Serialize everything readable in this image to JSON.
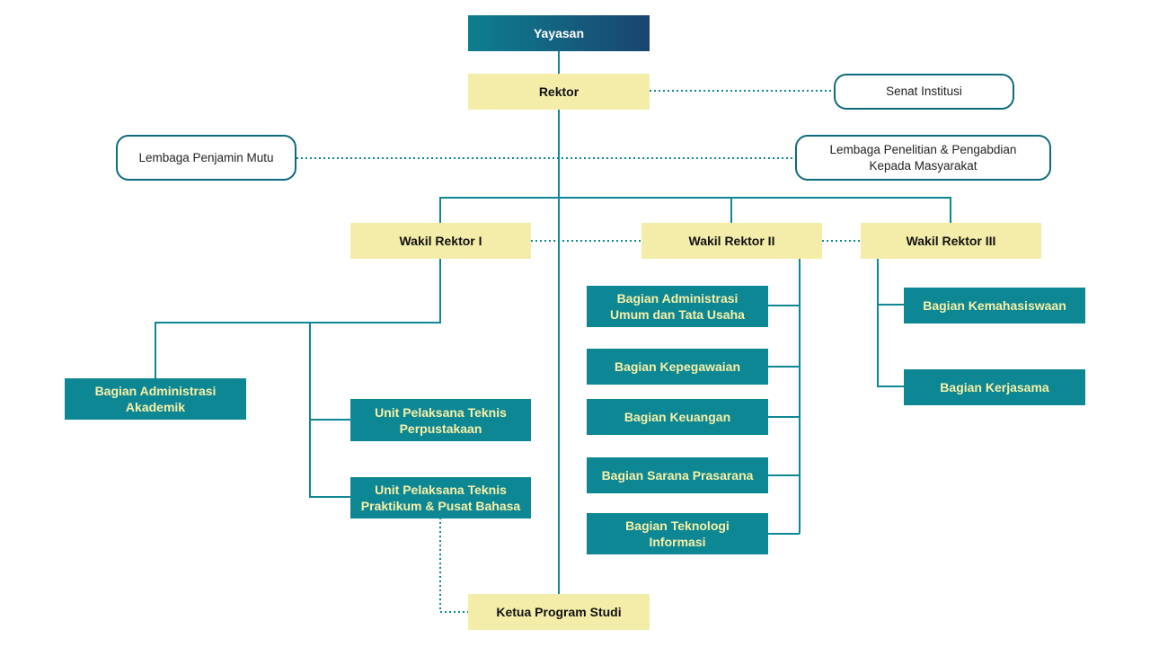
{
  "colors": {
    "line": "#0e8795",
    "dotted": "#0e8795",
    "dark_teal": "#1a4470",
    "teal": "#0e8795",
    "yellow": "#f4eda9"
  },
  "nodes": {
    "yayasan": "Yayasan",
    "rektor": "Rektor",
    "senat": "Senat Institusi",
    "lpm": "Lembaga Penjamin Mutu",
    "lppm": "Lembaga Penelitian & Pengabdian Kepada Masyarakat",
    "wr1": "Wakil Rektor I",
    "wr2": "Wakil Rektor II",
    "wr3": "Wakil Rektor III",
    "baak": "Bagian Administrasi Akademik",
    "upt_perpus": "Unit Pelaksana Teknis Perpustakaan",
    "upt_prak": "Unit Pelaksana Teknis Praktikum & Pusat Bahasa",
    "kaprodi": "Ketua Program Studi",
    "baut": "Bagian Administrasi Umum dan Tata Usaha",
    "kepeg": "Bagian Kepegawaian",
    "keu": "Bagian Keuangan",
    "sarpras": "Bagian Sarana Prasarana",
    "ti": "Bagian Teknologi Informasi",
    "kemhs": "Bagian Kemahasiswaan",
    "kerjasama": "Bagian Kerjasama"
  }
}
